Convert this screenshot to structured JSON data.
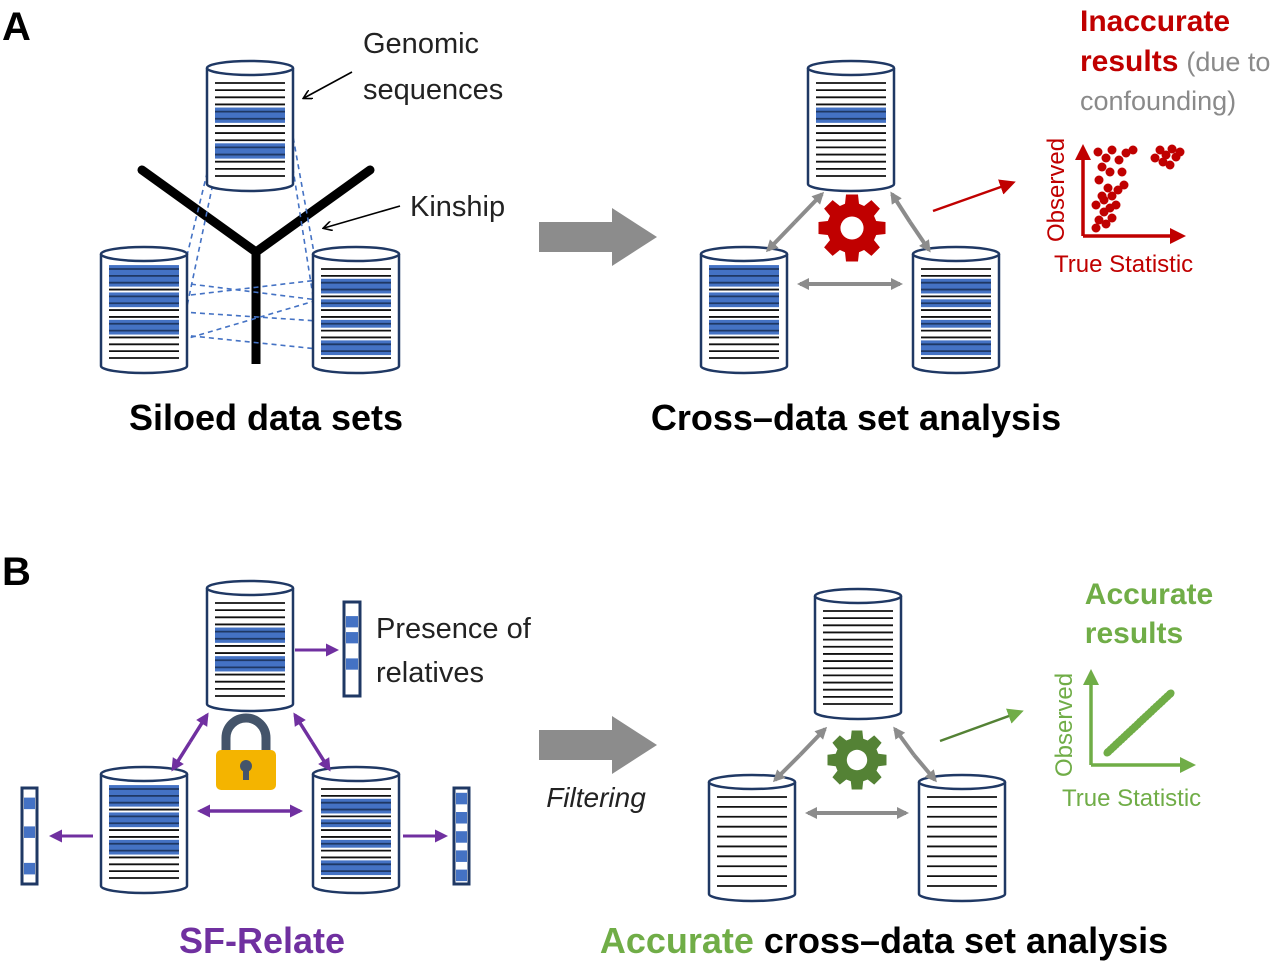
{
  "panels": [
    {
      "letter": "A",
      "left_caption": "Siloed data sets",
      "right_caption": "Cross–data set analysis",
      "callout_genomic": [
        "Genomic",
        "sequences"
      ],
      "callout_kinship": "Kinship",
      "result_bold": [
        "Inaccurate",
        "results"
      ],
      "result_note": [
        "(due to",
        "confounding)"
      ],
      "plot_ylabel": "Observed",
      "plot_xlabel": "True Statistic"
    },
    {
      "letter": "B",
      "left_caption": "SF-Relate",
      "right_caption_highlight": "Accurate",
      "right_caption_rest": "cross–data set analysis",
      "callout_presence": [
        "Presence of",
        "relatives"
      ],
      "filter_label": "Filtering",
      "result_bold": [
        "Accurate",
        "results"
      ],
      "plot_ylabel": "Observed",
      "plot_xlabel": "True Statistic"
    }
  ],
  "colors": {
    "highlight_blue": "#4472c4",
    "outline_navy": "#1f3864",
    "inaccurate_red": "#c00000",
    "accurate_green": "#70ad47",
    "sf_relate_purple": "#7030a0",
    "arrow_grey": "#8c8c8c",
    "note_grey": "#8a8a8a",
    "lock_gold": "#f4b400",
    "lock_shackle": "#44546a"
  },
  "icons": {
    "database": "cylinder-database-icon",
    "gear": "gear-icon",
    "lock": "padlock-icon",
    "vector": "indicator-vector-icon"
  }
}
